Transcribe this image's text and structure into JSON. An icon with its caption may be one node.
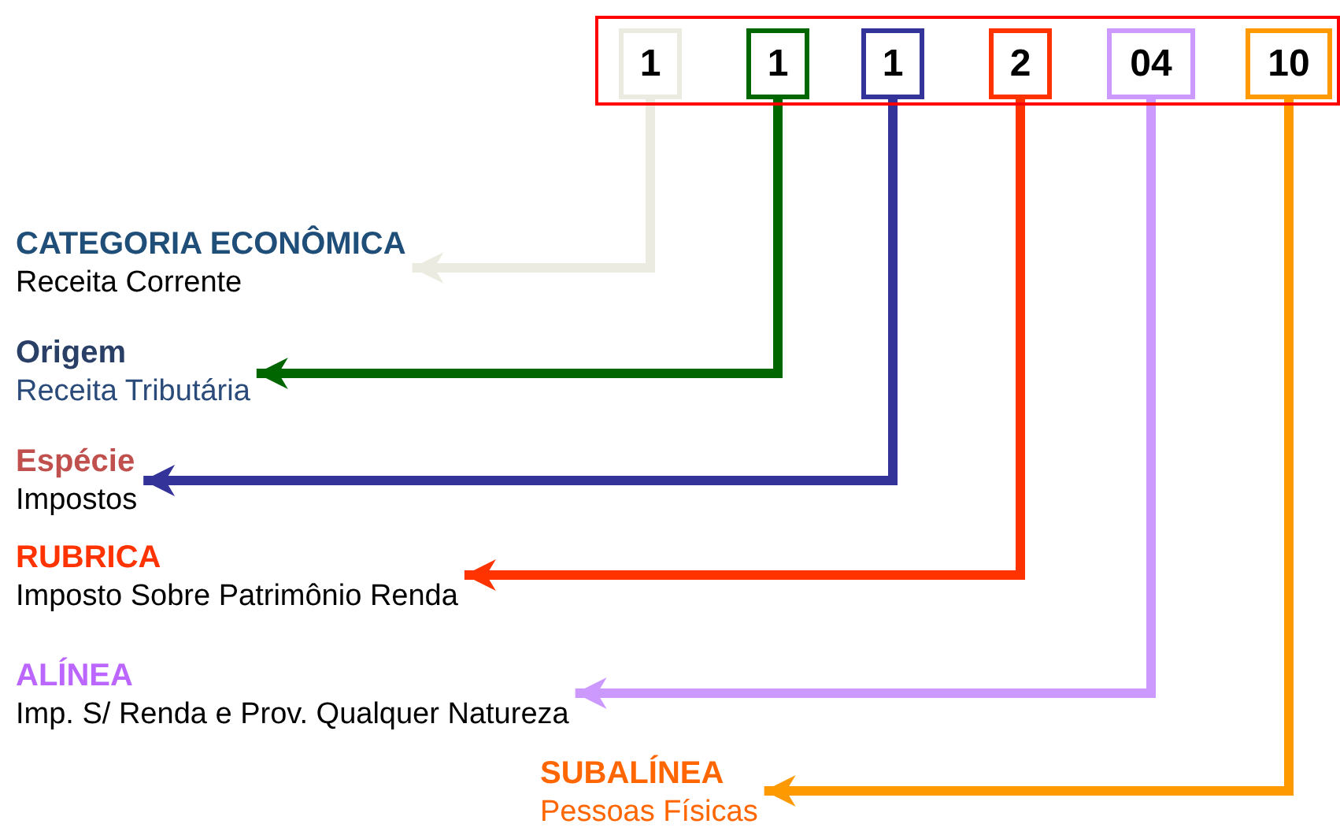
{
  "diagram": {
    "nodes": [
      {
        "text": [],
        "shape": "box"
      },
      {
        "text": [
          "1"
        ],
        "in": 0
      },
      {
        "text": [
          "1"
        ],
        "in": 0
      },
      {
        "text": [
          "1"
        ],
        "in": 0
      },
      {
        "text": [
          "2"
        ],
        "in": 0
      },
      {
        "text": [
          "04"
        ],
        "in": 0
      },
      {
        "text": [
          "10"
        ],
        "in": 0
      },
      {
        "text": [
          "CATEGORIA ECONÔMICA",
          "Receita Corrente"
        ]
      },
      {
        "text": [
          "Origem",
          "Receita Tributária"
        ]
      },
      {
        "text": [
          "Espécie",
          "Impostos"
        ]
      },
      {
        "text": [
          "RUBRICA",
          "Imposto Sobre Patrimônio Renda"
        ]
      },
      {
        "text": [
          "ALÍNEA",
          "Imp. S/ Renda e Prov. Qualquer Natureza"
        ]
      },
      {
        "text": [
          "SUBALÍNEA",
          "Pessoas Físicas"
        ]
      }
    ],
    "edges": [
      {
        "from": 1,
        "to": 7,
        "arrow": "to",
        "color": "#ecebe2"
      },
      {
        "from": 2,
        "to": 8,
        "arrow": "to",
        "color": "#006600"
      },
      {
        "from": 3,
        "to": 9,
        "arrow": "to",
        "color": "#333399"
      },
      {
        "from": 4,
        "to": 10,
        "arrow": "to",
        "color": "#ff3300"
      },
      {
        "from": 5,
        "to": 11,
        "arrow": "to",
        "color": "#cc99ff"
      },
      {
        "from": 6,
        "to": 12,
        "arrow": "to",
        "color": "#ff9900"
      }
    ]
  }
}
